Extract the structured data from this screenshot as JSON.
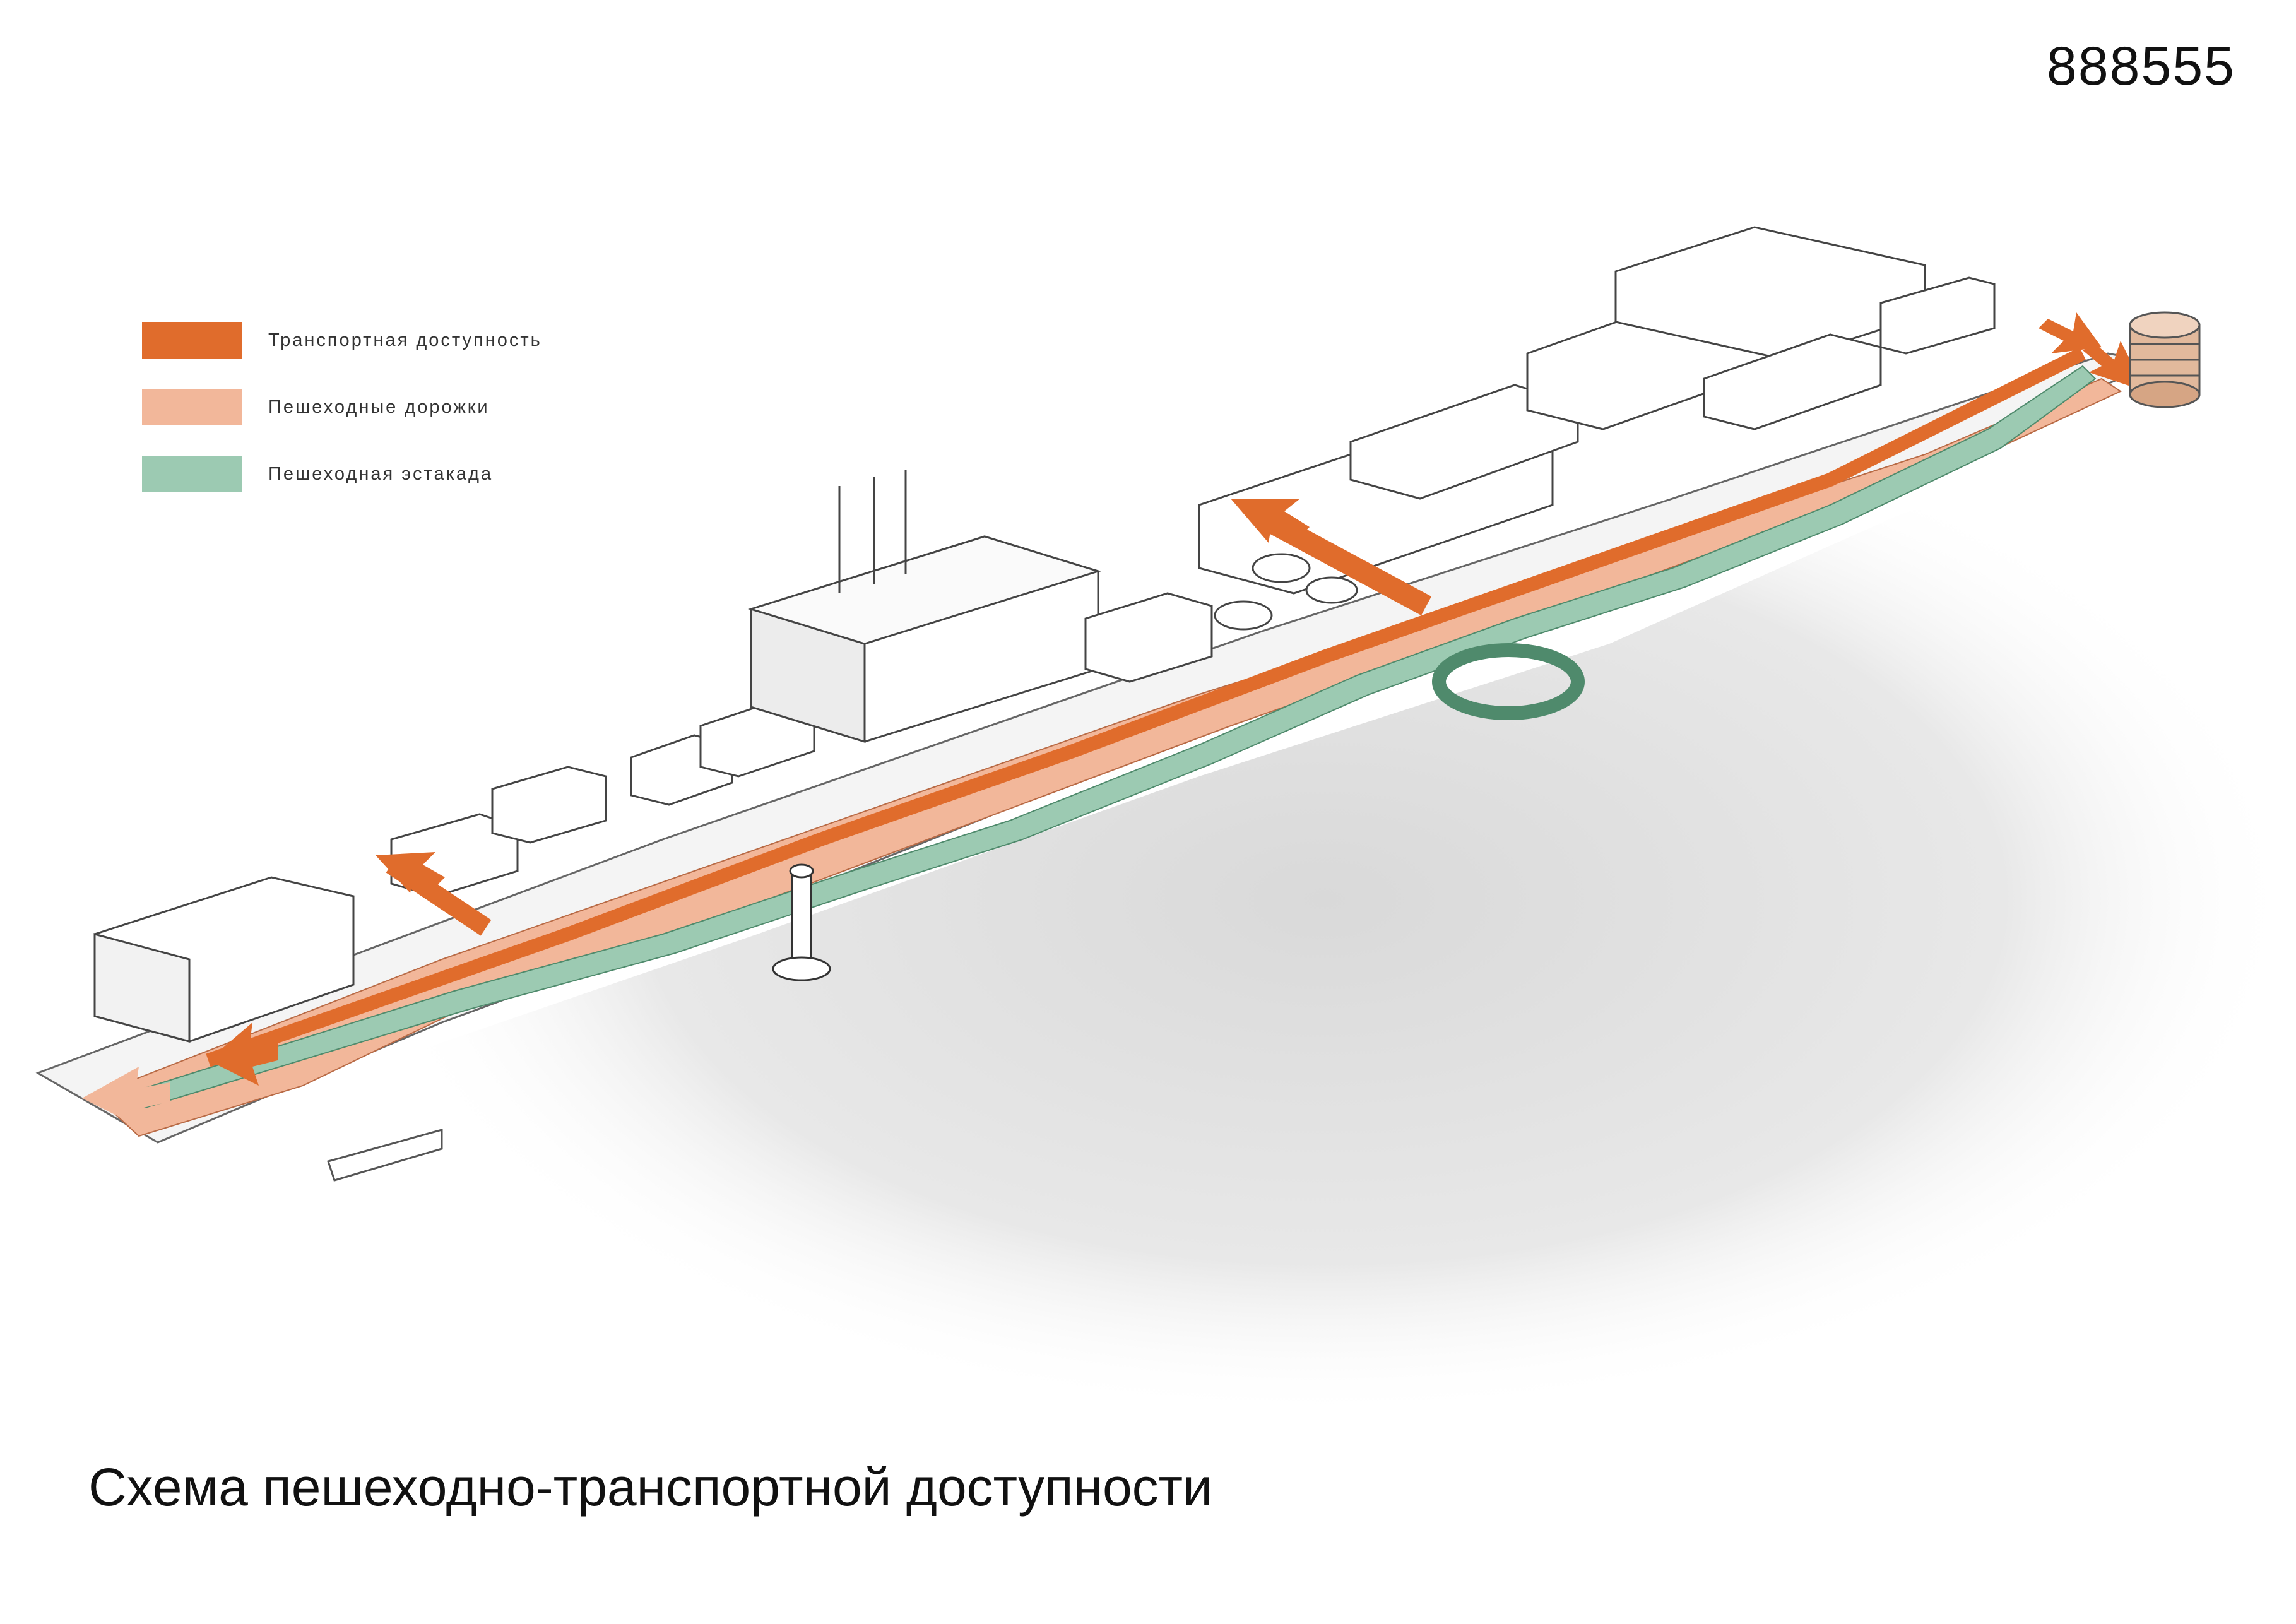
{
  "project_number": "888555",
  "legend": [
    {
      "label": "Транспортная доступность",
      "color": "#e06c2c"
    },
    {
      "label": "Пешеходные дорожки",
      "color": "#f2b79a"
    },
    {
      "label": "Пешеходная эстакада",
      "color": "#9ccab2"
    }
  ],
  "title": "Схема пешеходно-транспортной доступности",
  "colors": {
    "transport": "#e06c2c",
    "pedestrian": "#f2b79a",
    "overpass": "#9ccab2",
    "ground": "#e6e6e6",
    "building": "#ffffff",
    "outline": "#555555"
  }
}
